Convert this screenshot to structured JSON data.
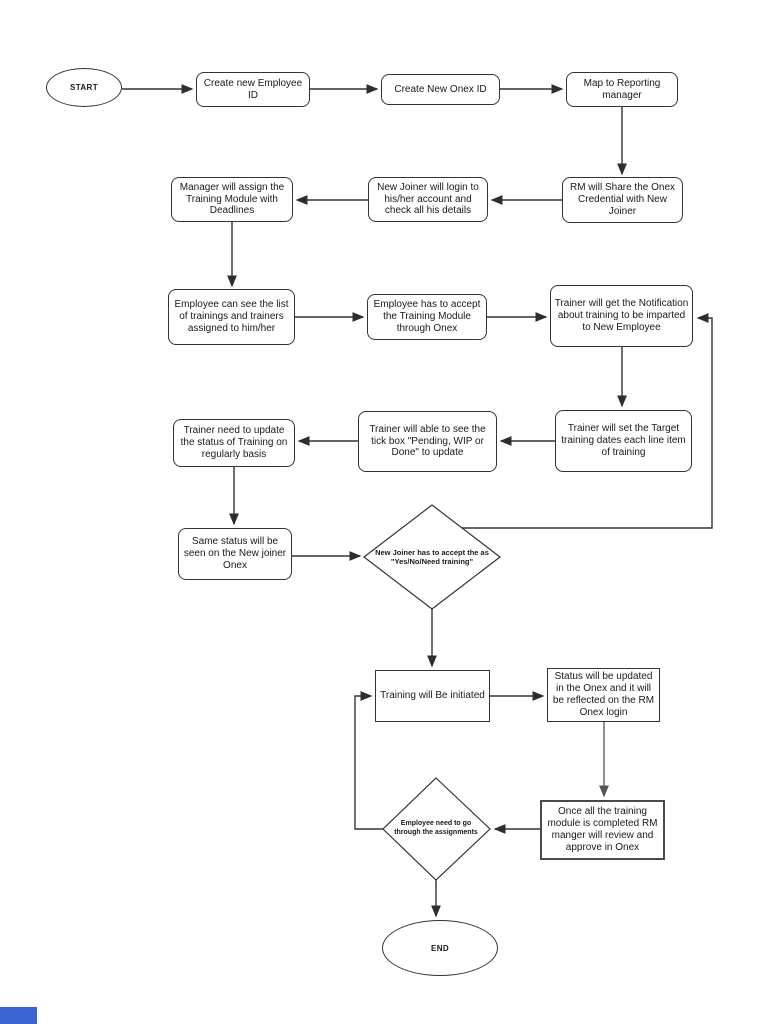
{
  "flowchart": {
    "start_label": "START",
    "end_label": "END",
    "steps": {
      "create_employee_id": "Create new Employee ID",
      "create_onex_id": "Create New Onex ID",
      "map_reporting_manager": "Map to Reporting manager",
      "rm_share_credential": "RM will Share the Onex Credential with New Joiner",
      "new_joiner_login": "New Joiner will login to his/her account and check all his details",
      "manager_assign_module": "Manager will assign the Training Module with Deadlines",
      "employee_see_list": "Employee can see the list of trainings and trainers assigned to him/her",
      "employee_accept_module": "Employee has to accept the Training Module through Onex",
      "trainer_notification": "Trainer will get the Notification about training to be imparted to New Employee",
      "trainer_target_dates": "Trainer will set the Target training dates each line item of training",
      "trainer_tick_box": "Trainer will able to see the tick box \"Pending, WIP or Done\" to update",
      "trainer_update_status": "Trainer need to update the status of Training on regularly basis",
      "same_status_seen": "Same status will be seen on the New joiner Onex",
      "decision_new_joiner_accept": "New Joiner has to accept the as \"Yes/No/Need training\"",
      "training_initiated": "Training will Be initiated",
      "status_updated_onex": "Status will be updated in the Onex and it will be reflected on the RM Onex login",
      "rm_review_approve": "Once all the training module is completed RM manger will review and approve in Onex",
      "decision_assignments": "Employee need to go through the assignments"
    }
  },
  "colors": {
    "line": "#333333",
    "line_secondary": "#606060",
    "box_border": "#333333",
    "background": "#ffffff",
    "corner_accent": "#3b63cf"
  }
}
